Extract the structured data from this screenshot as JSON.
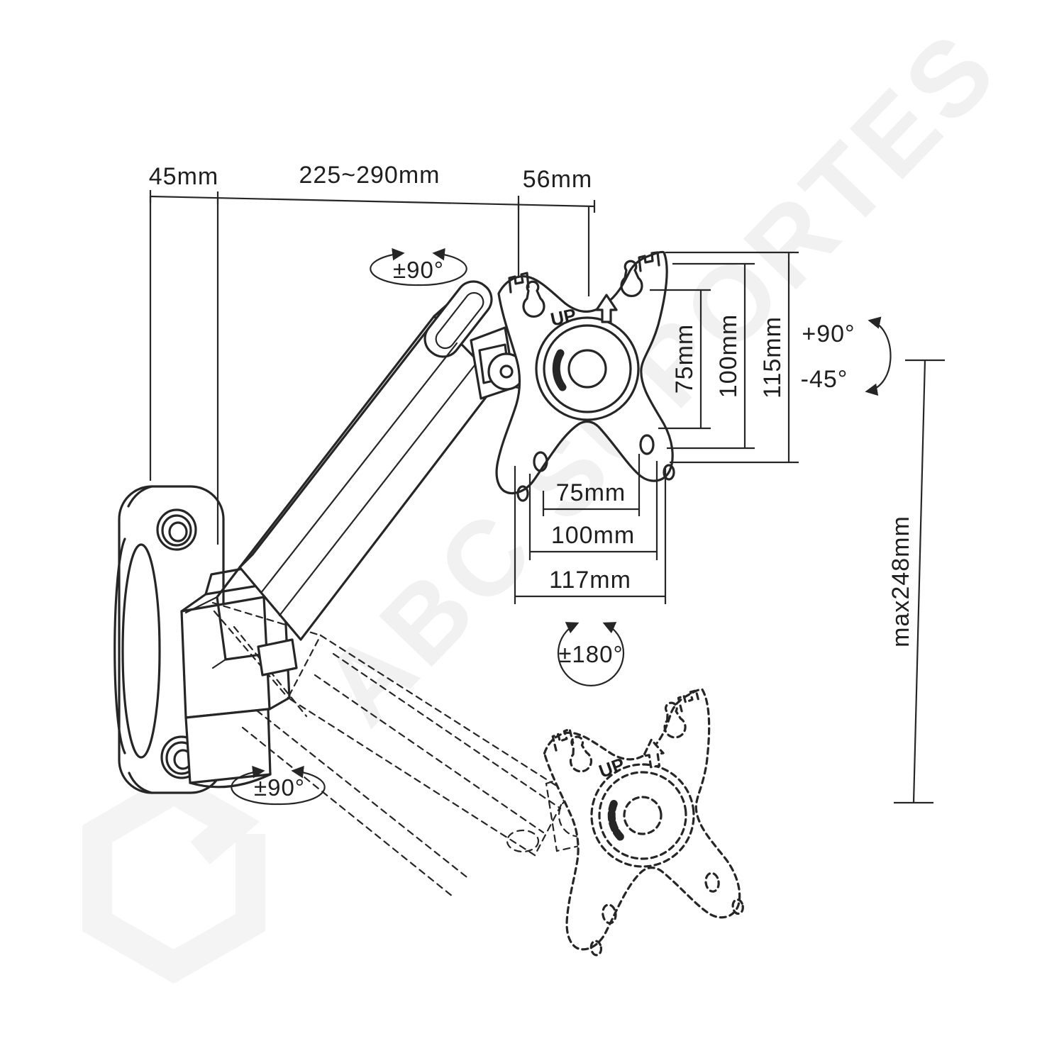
{
  "diagram": {
    "type": "technical-drawing",
    "subject": "gas-spring monitor wall mount arm with VESA plate"
  },
  "annotations": {
    "dim_wall_depth": "45mm",
    "dim_arm_reach": "225~290mm",
    "dim_head_depth": "56mm",
    "rot_head_swivel": "±90°",
    "dim_vesa_v_75": "75mm",
    "dim_vesa_v_100": "100mm",
    "dim_plate_height": "115mm",
    "rot_tilt_up": "+90°",
    "rot_tilt_down": "-45°",
    "dim_vesa_h_75": "75mm",
    "dim_vesa_h_100": "100mm",
    "dim_plate_width": "117mm",
    "rot_screen": "±180°",
    "rot_base_swivel": "±90°",
    "dim_height_max": "max248mm",
    "up_marking": "UP"
  },
  "watermark": {
    "brand": "ABC SUPORTES"
  },
  "colors": {
    "line": "#262626",
    "background": "#ffffff",
    "watermark_text": "#f1f1f1",
    "watermark_logo": "#f4f4f4"
  }
}
